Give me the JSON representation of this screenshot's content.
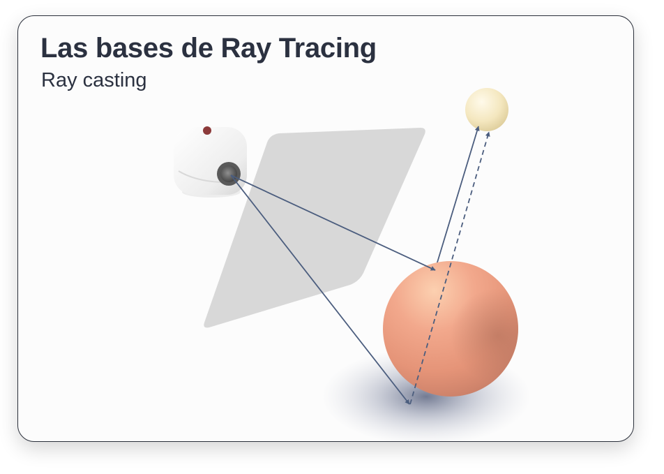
{
  "header": {
    "title": "Las bases de Ray Tracing",
    "subtitle": "Ray casting"
  },
  "scene": {
    "objects": [
      {
        "name": "camera",
        "icon": "camera-icon"
      },
      {
        "name": "image-plane",
        "icon": "image-plane"
      },
      {
        "name": "light-source",
        "icon": "light-sphere"
      },
      {
        "name": "object-sphere",
        "icon": "sphere"
      }
    ],
    "rays": [
      {
        "name": "primary-ray-to-sphere",
        "style": "solid"
      },
      {
        "name": "primary-ray-to-floor",
        "style": "solid"
      },
      {
        "name": "light-ray-from-sphere",
        "style": "solid"
      },
      {
        "name": "shadow-ray-dashed",
        "style": "dashed"
      }
    ]
  },
  "colors": {
    "card_border": "#2a2f3a",
    "title": "#2b3140",
    "ray": "#4b5d7e",
    "sphere": "#ec9a7e",
    "light": "#f4e9c2",
    "plane": "#d6d6d6",
    "camera": "#f2f2f2"
  }
}
